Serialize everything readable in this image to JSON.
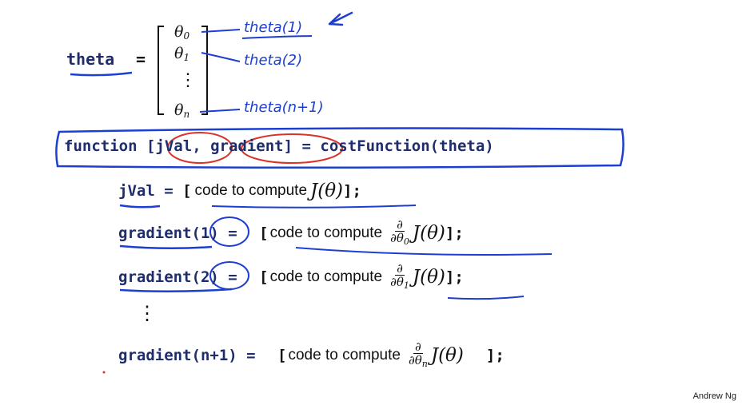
{
  "theta_block": {
    "label": "theta",
    "equals": "=",
    "vector": [
      "θ0",
      "θ1",
      "⋮",
      "θn"
    ],
    "annotations": [
      "theta(1)",
      "theta(2)",
      "theta(n+1)"
    ]
  },
  "function_line": {
    "keyword": "function",
    "open": "[",
    "jval": "jVal",
    "comma": ",",
    "gradient": "gradient",
    "close": "] = ",
    "name": "costFunction(theta)"
  },
  "lines": {
    "jval": {
      "lhs": "jVal = ",
      "open": "[",
      "text": "code to compute",
      "expr": "J(θ)",
      "close": "];"
    },
    "grad1": {
      "lhs": "gradient(1) = ",
      "open": "[",
      "text": "code to compute",
      "num": "∂",
      "den": "∂θ",
      "sub": "0",
      "expr": "J(θ)",
      "close": "];"
    },
    "grad2": {
      "lhs": "gradient(2) = ",
      "open": "[",
      "text": "code to compute",
      "num": "∂",
      "den": "∂θ",
      "sub": "1",
      "expr": "J(θ)",
      "close": "];"
    },
    "dots": "⋮",
    "gradn": {
      "lhs": "gradient(n+1) = ",
      "open": "[",
      "text": "code to compute",
      "num": "∂",
      "den": "∂θ",
      "sub": "n",
      "expr": "J(θ)",
      "close": "];"
    }
  },
  "credit": "Andrew Ng",
  "colors": {
    "ink_blue": "#1d3fd1",
    "ink_red": "#d8332b",
    "code_text": "#1f2d6b"
  }
}
